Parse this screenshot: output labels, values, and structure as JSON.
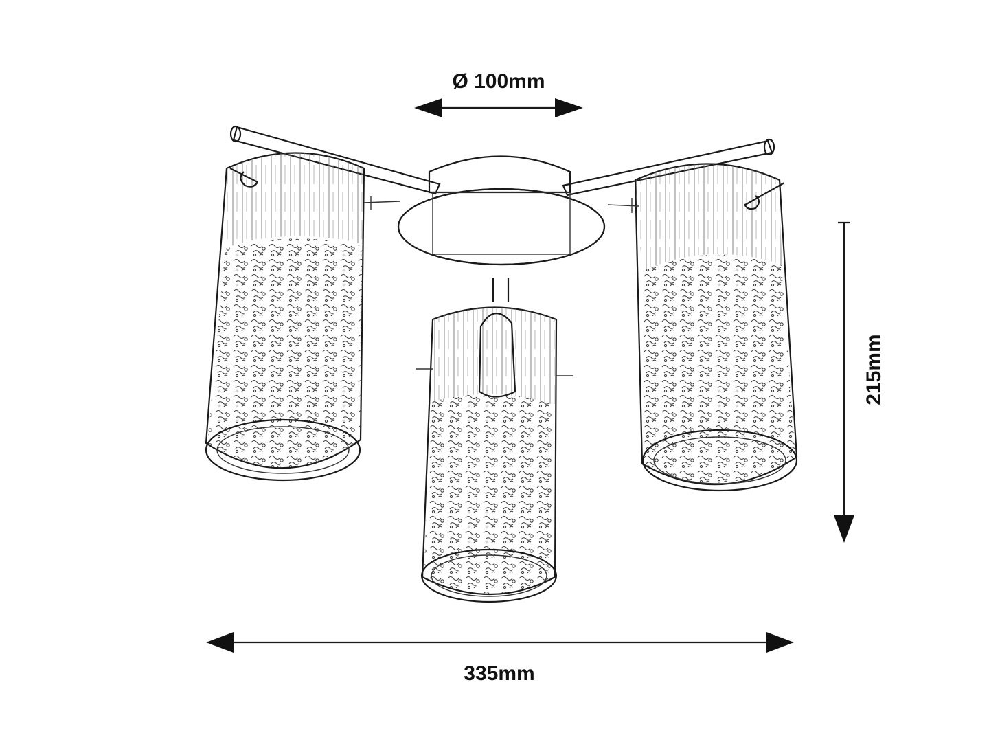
{
  "dimensions": {
    "diameter": "Ø 100mm",
    "height": "215mm",
    "width": "335mm"
  }
}
